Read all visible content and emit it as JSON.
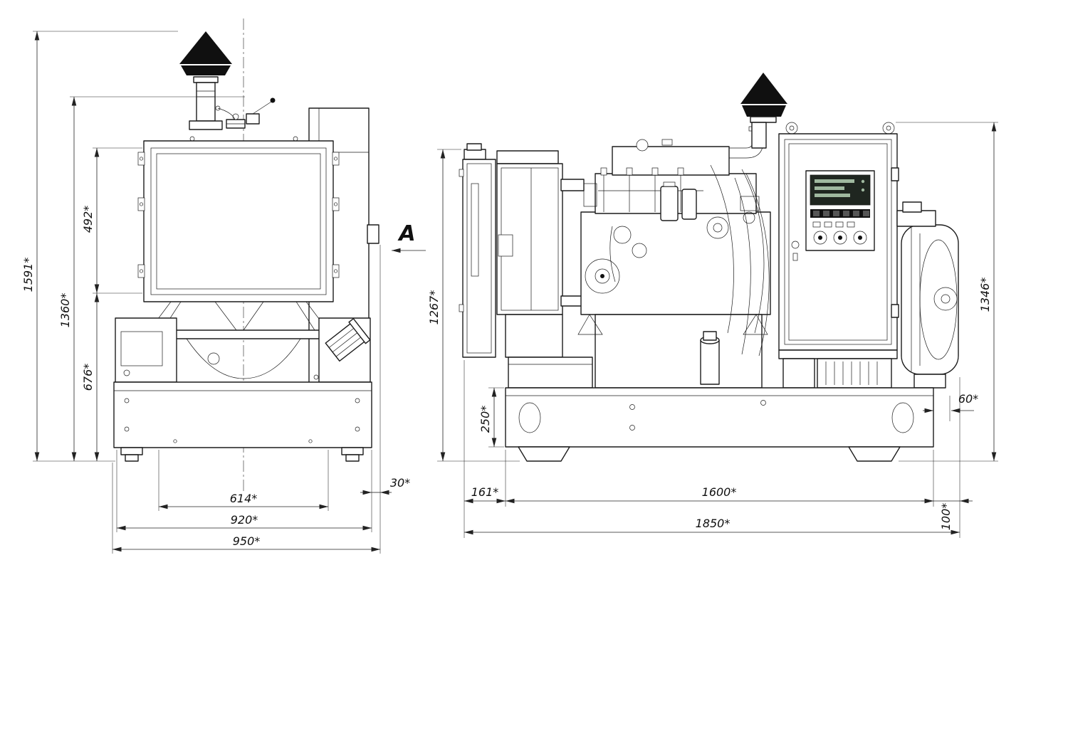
{
  "drawing": {
    "view_arrow_label": "A",
    "colors": {
      "background": "#ffffff",
      "line": "#1c1c1c",
      "dimension": "#222222",
      "display_bg": "#1f2620",
      "display_text": "#9fb89f"
    },
    "front_view": {
      "dim_overall_height": "1591*",
      "dim_height_to_valve": "1360*",
      "dim_radiator_height": "492*",
      "dim_lower_height": "676*",
      "dim_inner_width": "614*",
      "dim_frame_width": "920*",
      "dim_overall_width": "950*",
      "dim_side_offset": "30*"
    },
    "side_view": {
      "dim_left_height": "1267*",
      "dim_right_height": "1346*",
      "dim_frame_height": "250*",
      "dim_right_offset": "60*",
      "dim_front_overhang": "161*",
      "dim_frame_length": "1600*",
      "dim_rear_overhang": "100*",
      "dim_overall_length": "1850*"
    }
  }
}
